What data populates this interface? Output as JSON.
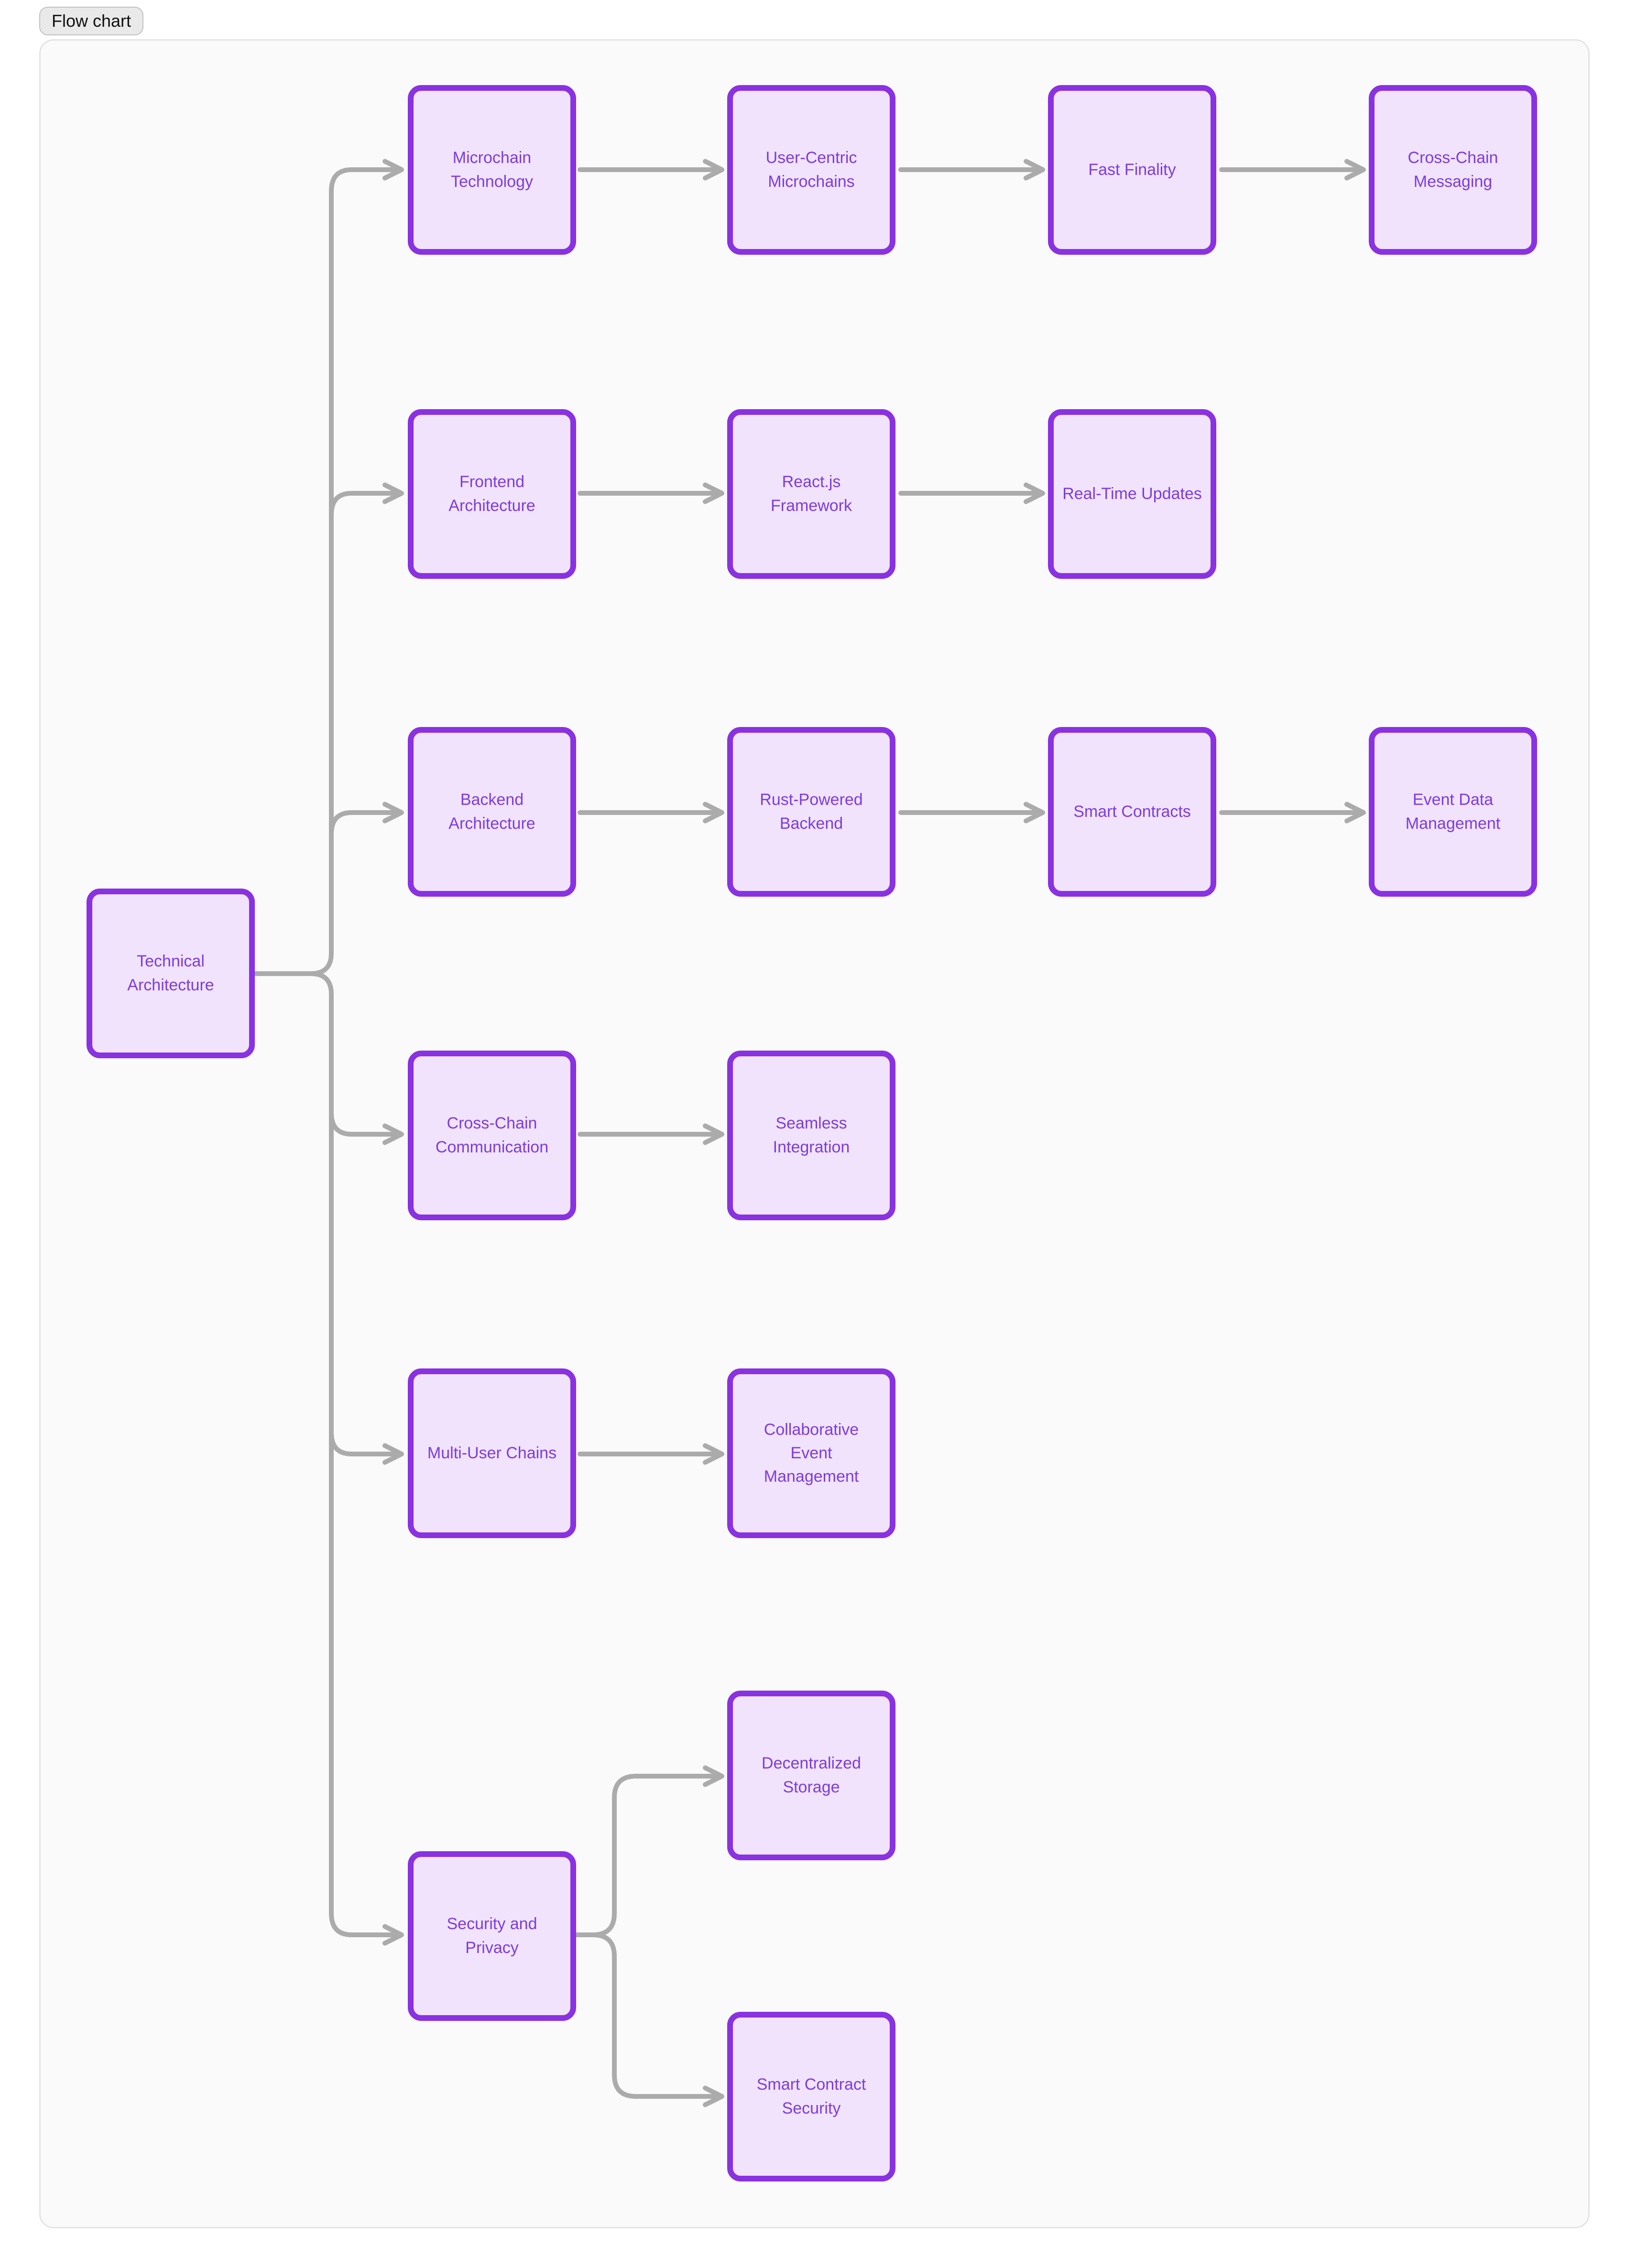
{
  "badge": {
    "label": "Flow chart"
  },
  "colors": {
    "node_fill": "#f0e3fb",
    "node_border": "#8a31e2",
    "node_text": "#7d3be0",
    "edge": "#ababab",
    "canvas_bg": "#fafafa",
    "canvas_border": "#e4e4e4",
    "badge_bg": "#e9e9e9"
  },
  "nodes": {
    "root": {
      "label": "Technical\nArchitecture"
    },
    "microchain_technology": {
      "label": "Microchain\nTechnology"
    },
    "user_centric_microchains": {
      "label": "User-Centric\nMicrochains"
    },
    "fast_finality": {
      "label": "Fast Finality"
    },
    "cross_chain_messaging": {
      "label": "Cross-Chain\nMessaging"
    },
    "frontend_architecture": {
      "label": "Frontend\nArchitecture"
    },
    "reactjs_framework": {
      "label": "React.js\nFramework"
    },
    "real_time_updates": {
      "label": "Real-Time Updates"
    },
    "backend_architecture": {
      "label": "Backend\nArchitecture"
    },
    "rust_powered_backend": {
      "label": "Rust-Powered\nBackend"
    },
    "smart_contracts": {
      "label": "Smart Contracts"
    },
    "event_data_management": {
      "label": "Event Data\nManagement"
    },
    "cross_chain_communication": {
      "label": "Cross-Chain\nCommunication"
    },
    "seamless_integration": {
      "label": "Seamless\nIntegration"
    },
    "multi_user_chains": {
      "label": "Multi-User Chains"
    },
    "collaborative_event_management": {
      "label": "Collaborative\nEvent\nManagement"
    },
    "security_and_privacy": {
      "label": "Security and\nPrivacy"
    },
    "decentralized_storage": {
      "label": "Decentralized\nStorage"
    },
    "smart_contract_security": {
      "label": "Smart Contract\nSecurity"
    }
  },
  "edges": [
    {
      "from": "Technical Architecture",
      "to": "Microchain Technology"
    },
    {
      "from": "Microchain Technology",
      "to": "User-Centric Microchains"
    },
    {
      "from": "User-Centric Microchains",
      "to": "Fast Finality"
    },
    {
      "from": "Fast Finality",
      "to": "Cross-Chain Messaging"
    },
    {
      "from": "Technical Architecture",
      "to": "Frontend Architecture"
    },
    {
      "from": "Frontend Architecture",
      "to": "React.js Framework"
    },
    {
      "from": "React.js Framework",
      "to": "Real-Time Updates"
    },
    {
      "from": "Technical Architecture",
      "to": "Backend Architecture"
    },
    {
      "from": "Backend Architecture",
      "to": "Rust-Powered Backend"
    },
    {
      "from": "Rust-Powered Backend",
      "to": "Smart Contracts"
    },
    {
      "from": "Smart Contracts",
      "to": "Event Data Management"
    },
    {
      "from": "Technical Architecture",
      "to": "Cross-Chain Communication"
    },
    {
      "from": "Cross-Chain Communication",
      "to": "Seamless Integration"
    },
    {
      "from": "Technical Architecture",
      "to": "Multi-User Chains"
    },
    {
      "from": "Multi-User Chains",
      "to": "Collaborative Event Management"
    },
    {
      "from": "Technical Architecture",
      "to": "Security and Privacy"
    },
    {
      "from": "Security and Privacy",
      "to": "Decentralized Storage"
    },
    {
      "from": "Security and Privacy",
      "to": "Smart Contract Security"
    }
  ]
}
